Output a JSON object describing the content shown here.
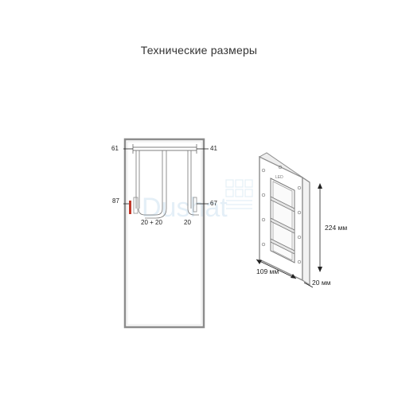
{
  "title": "Технические размеры",
  "front_view": {
    "dim_top_left": "61",
    "dim_top_right": "41",
    "dim_mid_left": "87",
    "dim_mid_right": "67",
    "label_center": "20 + 20",
    "label_right": "20"
  },
  "side_view": {
    "height": "224 мм",
    "width": "109 мм",
    "depth": "20 мм"
  },
  "watermark": "Dushat",
  "colors": {
    "frame": "#8c8c8c",
    "accent": "#c0392b",
    "watermark": "#cfe3f2"
  }
}
